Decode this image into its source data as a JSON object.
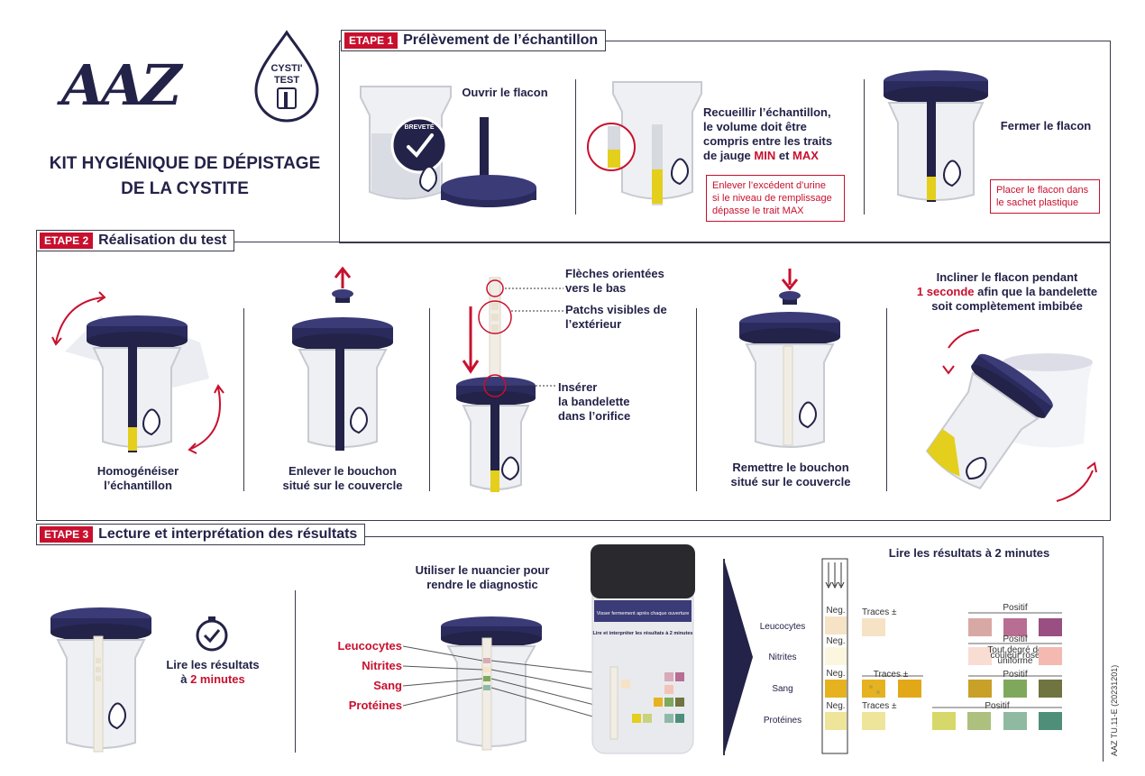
{
  "brand": {
    "logo": "AAZ",
    "badge_line1": "CYSTI'",
    "badge_line2": "TEST",
    "title_line1": "KIT HYGIÉNIQUE DE DÉPISTAGE",
    "title_line2": "DE LA CYSTITE"
  },
  "step1": {
    "tag": "ETAPE 1",
    "title": "Prélèvement de l’échantillon",
    "open": "Ouvrir le flacon",
    "brevete": "BREVETÉ",
    "collect_line1": "Recueillir l’échantillon,",
    "collect_line2": "le volume doit être",
    "collect_line3": "compris entre les traits",
    "collect_line4_pre": "de jauge",
    "collect_min": "MIN",
    "collect_and": "et",
    "collect_max": "MAX",
    "excess_line1": "Enlever l’excédent d’urine",
    "excess_line2": "si le niveau de remplissage",
    "excess_line3": "dépasse le trait MAX",
    "close": "Fermer le flacon",
    "bag_line1": "Placer le flacon dans",
    "bag_line2": "le sachet plastique"
  },
  "step2": {
    "tag": "ETAPE 2",
    "title": "Réalisation du test",
    "homog_line1": "Homogénéiser",
    "homog_line2": "l’échantillon",
    "remove_line1": "Enlever le bouchon",
    "remove_line2": "situé sur le couvercle",
    "arrows_line1": "Flèches orientées",
    "arrows_line2": "vers le bas",
    "patches_line1": "Patchs visibles de",
    "patches_line2": "l’extérieur",
    "insert_line1": "Insérer",
    "insert_line2": "la bandelette",
    "insert_line3": "dans l’orifice",
    "replace_line1": "Remettre le bouchon",
    "replace_line2": "situé sur le couvercle",
    "tilt_line1": "Incliner le flacon pendant",
    "tilt_red": "1 seconde",
    "tilt_line2_rest": "afin que la bandelette",
    "tilt_line3": "soit complètement imbibée"
  },
  "step3": {
    "tag": "ETAPE 3",
    "title": "Lecture et interprétation des résultats",
    "read_line1": "Lire les résultats",
    "read_line2_pre": "à",
    "read_line2_red": "2 minutes",
    "chart_line1": "Utiliser le nuancier pour",
    "chart_line2": "rendre le diagnostic",
    "params": [
      "Leucocytes",
      "Nitrites",
      "Sang",
      "Protéines"
    ],
    "jar_label_line1": "Visser fermement après chaque ouverture",
    "jar_label_line2": "Lire et interpréter les résultats à 2 minutes",
    "results_title": "Lire les résultats à 2 minutes",
    "neg": "Neg.",
    "traces": "Traces ±",
    "positif": "Positif",
    "nitrite_note_line1": "Tout degré de",
    "nitrite_note_line2": "couleur rose",
    "nitrite_note_line3": "uniforme"
  },
  "colors": {
    "navy": "#232248",
    "red": "#c8102e",
    "yellow": "#e3cf1c"
  },
  "ref_code": "AAZ TU.11-E (20231201)"
}
